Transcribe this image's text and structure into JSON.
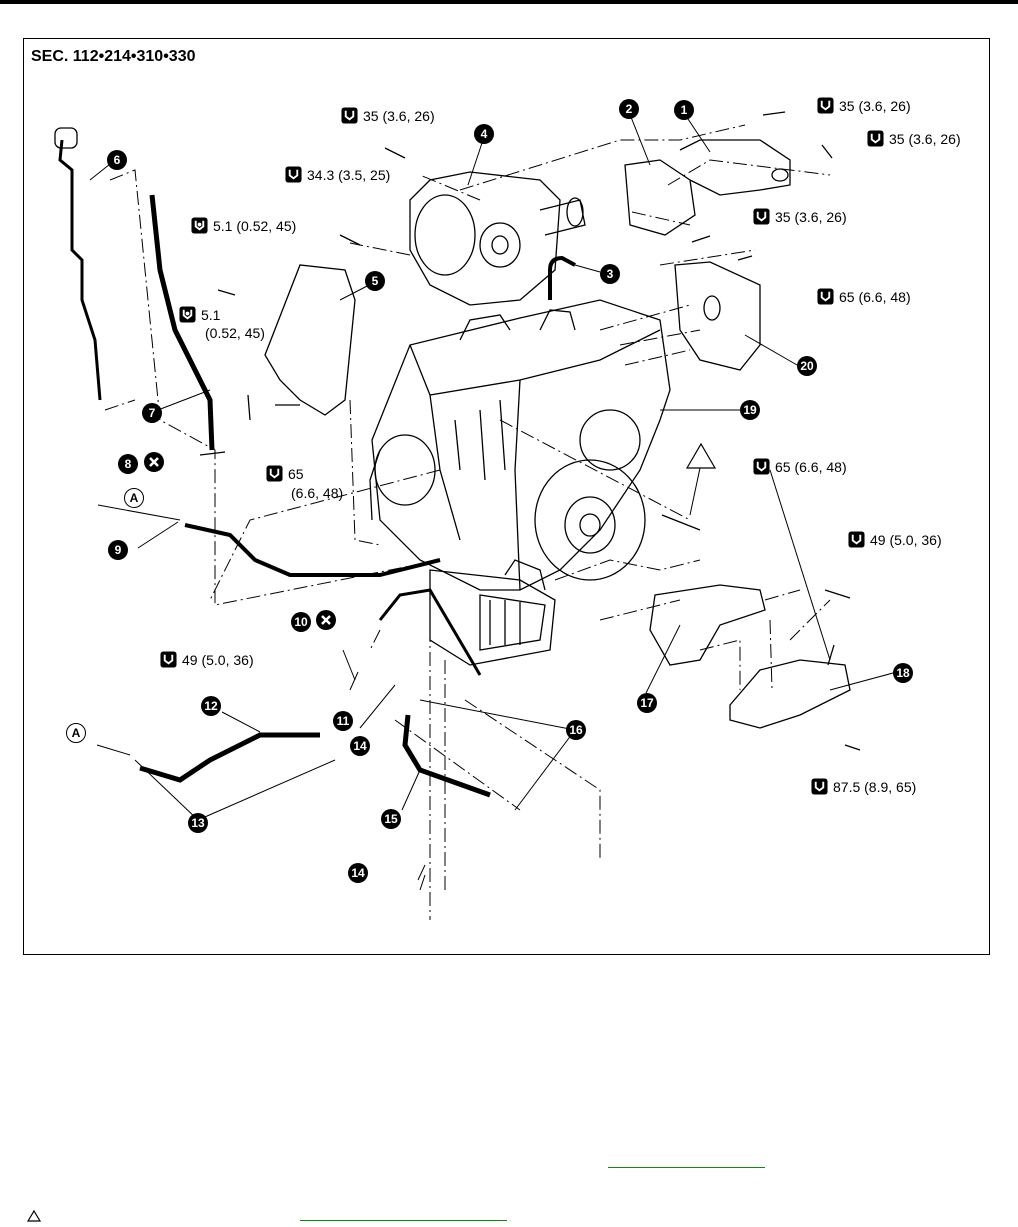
{
  "section": {
    "label": "SEC. 112•214•310•330"
  },
  "torques": {
    "t1": "35 (3.6, 26)",
    "t2": "35 (3.6, 26)",
    "t3": "35 (3.6, 26)",
    "t4": "34.3 (3.5, 25)",
    "t5": "5.1 (0.52, 45)",
    "t6a": "5.1",
    "t6b": "(0.52, 45)",
    "t7": "35 (3.6, 26)",
    "t8": "65 (6.6, 48)",
    "t9a": "65",
    "t9b": "(6.6, 48)",
    "t10": "65 (6.6, 48)",
    "t11": "49 (5.0, 36)",
    "t12": "49 (5.0, 36)",
    "t13": "87.5 (8.9, 65)"
  },
  "callouts": {
    "c1": "1",
    "c2": "2",
    "c3": "3",
    "c4": "4",
    "c5": "5",
    "c6": "6",
    "c7": "7",
    "c8": "8",
    "c9": "9",
    "c10": "10",
    "c11": "11",
    "c12": "12",
    "c13": "13",
    "c14a": "14",
    "c14b": "14",
    "c15": "15",
    "c16": "16",
    "c17": "17",
    "c18": "18",
    "c19": "19",
    "c20": "20"
  },
  "markers": {
    "a1": "A",
    "a2": "A"
  },
  "colors": {
    "link": "#0a8a0a",
    "ink": "#000000"
  }
}
